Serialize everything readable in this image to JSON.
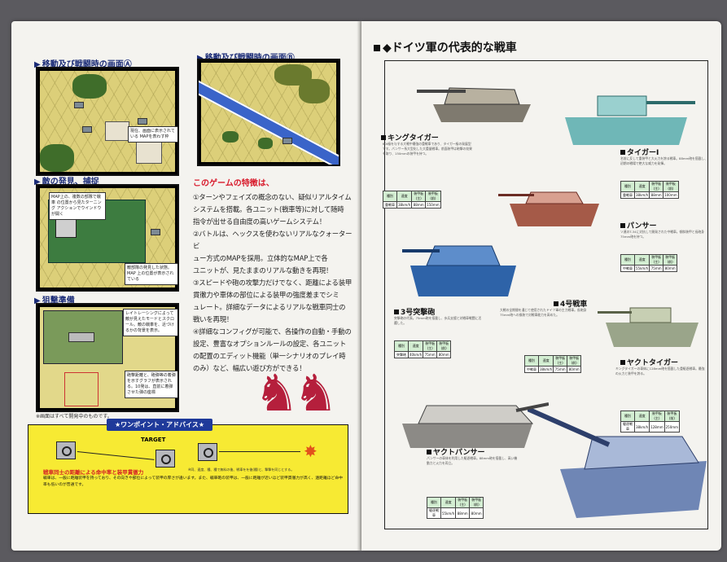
{
  "left_page": {
    "captions": {
      "screen_a": "移動及び戦闘時の画面Ⓐ",
      "screen_b": "移動及び戦闘時の画面Ⓑ",
      "discovery": "敵の発見、捕捉",
      "aiming": "狙撃準備"
    },
    "popups": {
      "screen_a": "現在、画面に表示されている MAPを表わす枠",
      "discovery_top": "MAP上の、複数の部隊で戦車 の位置から見たターニング アクションでウインドウが開く",
      "discovery_bottom": "敵部隊の発見した状態。MAP 上の位置が表示されている",
      "aiming_top": "レイトレーシングによって敵が見えたモードとスクロール。敵の戦車を、近づけるかの背景を表示。",
      "aiming_bottom": "砲撃距離と、砲弾等の着弾を示すグラフが表示される。10発は、直前に着弾させた弾の座標"
    },
    "features": {
      "title": "このゲームの特徴は、",
      "items": [
        "①ターンやフェイズの概念のない、疑似リアルタイム",
        "システムを搭載。各ユニット(戦車等)に対して随時",
        "指令が出せる自由度の高いゲームシステム！",
        "②バトルは、ヘックスを使わないリアルなクォータービ",
        "ュー方式のMAPを採用。立体的なMAP上で各",
        "ユニットが、見たままのリアルな動きを再現！",
        "③スピードや砲の攻撃力だけでなく、距離による装甲",
        "貫徹力や車体の部位による装甲の強度差までシミ",
        "ュレート。詳細なデータによるリアルな戦車同士の",
        "戦いを再現！",
        "④詳細なコンフィグが可能で、各操作の自動・手動の",
        "設定、豊富なオプションルールの設定、各ユニット",
        "の配置のエディット機能（単一シナリオのプレイ時",
        "のみ）など、幅広い遊び方ができる！"
      ]
    },
    "footnote": "※画面はすべて開発中のものです。",
    "advice": {
      "title": "★ワンポイント・アドバイス★",
      "target_label": "TARGET",
      "heading": "戦車同士の距離による命中率と装甲貫徹力",
      "body": "戦車は、一般に距離装甲を持っており、その向きや部位によって装甲の厚さが違います。また、戦車砲の装甲は、一般に距離が近いほど装甲貫徹力が高く、遠距離ほど命中率も低いのが普通です。",
      "note": "※同、速度、種、種で無料の後、戦車をを後(種)と、撃撃を同じとする。"
    }
  },
  "right_page": {
    "title": "ドイツ軍の代表的な戦車",
    "spec_headers": [
      "種別",
      "速度",
      "装甲板(主)",
      "装甲板(前)"
    ],
    "tanks": [
      {
        "name": "キングタイガー",
        "desc": "60t級を与する大戦中最強の重戦車であり、タイガー級の発展型です。パンサー系大型化した大重量戦車。前面装甲は砲撃の効果を取り、150mmの装甲を持つ。",
        "specs": [
          "重戦車",
          "38km/h",
          "88mm",
          "150mm"
        ]
      },
      {
        "name": "タイガーI",
        "desc": "名前に反して重装甲と大火力を誇る戦車。88mm砲を搭載し、初期の戦場で絶大な威力を発揮。",
        "specs": [
          "重戦車",
          "38km/h",
          "88mm",
          "100mm"
        ]
      },
      {
        "name": "パンサー",
        "desc": "ソ連のT-34に対抗して開発された中戦車。傾斜装甲と長砲身75mm砲を持つ。",
        "specs": [
          "中戦車",
          "55km/h",
          "75mm",
          "80mm"
        ]
      },
      {
        "name": "3号突撃砲",
        "desc": "突撃砲の代表。75mm砲を搭載し、歩兵支援と対戦車戦闘に活躍した。",
        "specs": [
          "突撃砲",
          "40km/h",
          "75mm",
          "80mm"
        ]
      },
      {
        "name": "4号戦車",
        "desc": "大戦の全期間を通じて使用されたドイツ軍の主力戦車。長砲身75mm砲への換装で対戦車能力を高めた。",
        "specs": [
          "中戦車",
          "38km/h",
          "75mm",
          "80mm"
        ]
      },
      {
        "name": "ヤクトタイガー",
        "desc": "キングタイガーの車体に128mm砲を搭載した重駆逐戦車。最強の火力と装甲を誇る。",
        "specs": [
          "駆逐戦車",
          "38km/h",
          "128mm",
          "250mm"
        ]
      },
      {
        "name": "ヤクトパンサー",
        "desc": "パンサーの車体を利用した駆逐戦車。88mm砲を搭載し、高い機動力と火力を両立。",
        "specs": [
          "駆逐戦車",
          "55km/h",
          "88mm",
          "80mm"
        ]
      }
    ]
  }
}
